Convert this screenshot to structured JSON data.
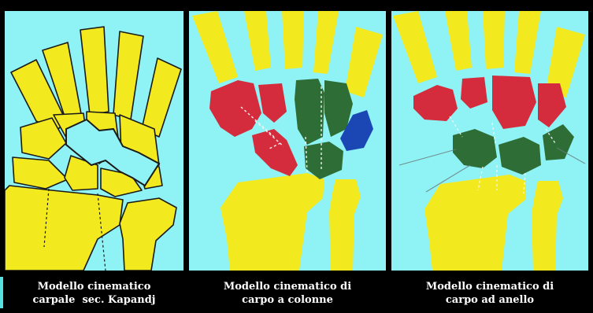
{
  "colors": {
    "background": "#000000",
    "field": "#8ff2f4",
    "bone": "#f2ea1f",
    "red_column": "#d42c3c",
    "green_column": "#2e6e36",
    "blue_column": "#1b47b4",
    "caption_text": "#ffffff"
  },
  "panels": [
    {
      "caption_line1": "Modello cinematico",
      "caption_line2": "carpale  sec. Kapandj"
    },
    {
      "caption_line1": "Modello cinematico di",
      "caption_line2": "carpo a colonne"
    },
    {
      "caption_line1": "Modello cinematico di",
      "caption_line2": "carpo ad anello"
    }
  ]
}
